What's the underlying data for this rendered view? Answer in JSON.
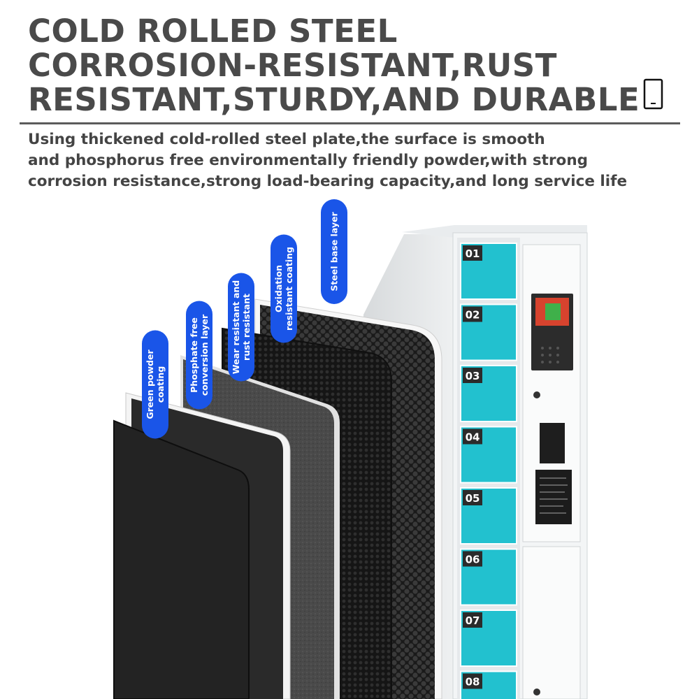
{
  "headline": {
    "line1": "COLD ROLLED STEEL",
    "line2": "CORROSION-RESISTANT,RUST",
    "line3": "RESISTANT,STURDY,AND DURABLE"
  },
  "description": {
    "line1": "Using thickened cold-rolled steel plate,the surface is smooth",
    "line2": "and phosphorus free environmentally friendly powder,with strong",
    "line3": "corrosion resistance,strong load-bearing capacity,and long service life"
  },
  "layers": [
    {
      "line1": "Green powder",
      "line2": "coating"
    },
    {
      "line1": "Phosphate free",
      "line2": "conversion layer"
    },
    {
      "line1": "Wear resistant and",
      "line2": "rust resistant"
    },
    {
      "line1": "Oxidation",
      "line2": "resistant coating"
    },
    {
      "line1": "Steel base layer",
      "line2": ""
    }
  ],
  "lockers": [
    "01",
    "02",
    "03",
    "04",
    "05",
    "06",
    "07",
    "08"
  ],
  "icons": {
    "top_right": "phone-icon"
  },
  "colors": {
    "text": "#4a4a4a",
    "label_pill": "#1a55e8",
    "locker_door": "#22c1cf",
    "cabinet": "#f2f4f5"
  }
}
